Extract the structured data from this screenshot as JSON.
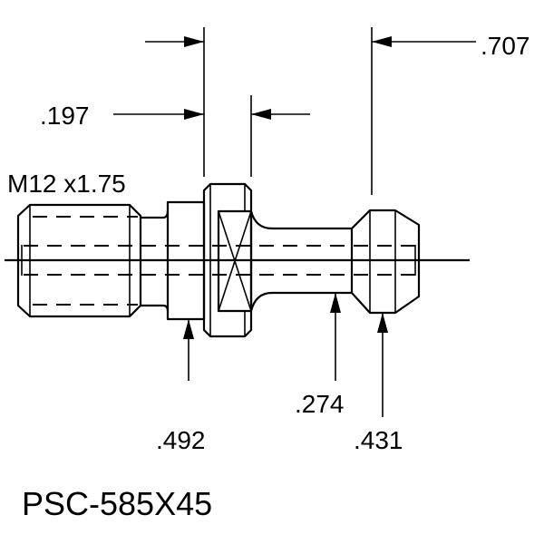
{
  "part_number": "PSC-585X45",
  "thread_spec": "M12 x1.75",
  "dimensions": {
    "overall_to_head": ".707",
    "flange_width": ".197",
    "collar_diameter": ".492",
    "shank_diameter": ".274",
    "head_diameter": ".431"
  },
  "colors": {
    "line": "#000000",
    "background": "#ffffff"
  }
}
